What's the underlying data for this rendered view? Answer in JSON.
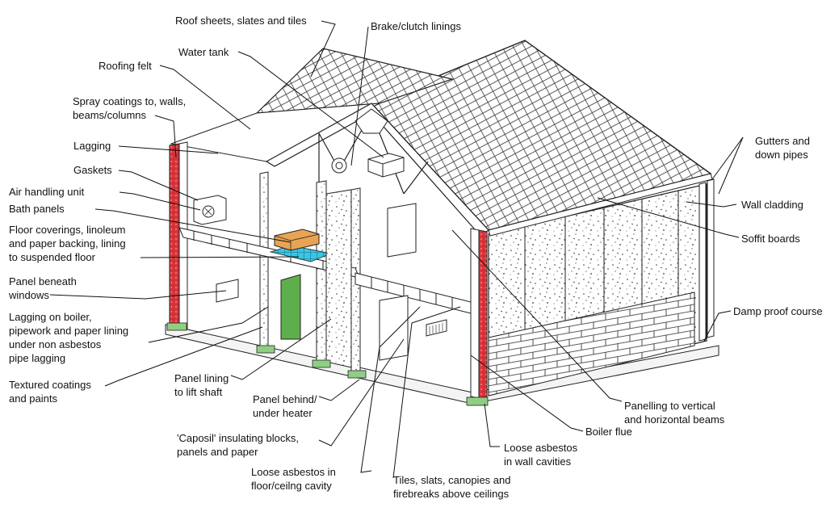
{
  "labels": {
    "roof_sheets": "Roof sheets, slates and tiles",
    "brake_linings": "Brake/clutch linings",
    "water_tank": "Water tank",
    "roofing_felt": "Roofing felt",
    "spray_coatings": [
      "Spray coatings to, walls,",
      "beams/columns"
    ],
    "lagging": "Lagging",
    "gaskets": "Gaskets",
    "air_handling": "Air handling unit",
    "bath_panels": "Bath panels",
    "floor_coverings": [
      "Floor coverings, linoleum",
      "and paper backing, lining",
      "to suspended floor"
    ],
    "panel_windows": [
      "Panel beneath",
      "windows"
    ],
    "lagging_boiler": [
      "Lagging on boiler,",
      "pipework and paper lining",
      "under non asbestos",
      "pipe lagging"
    ],
    "textured_coatings": [
      "Textured coatings",
      "and paints"
    ],
    "panel_lift": [
      "Panel lining",
      "to lift shaft"
    ],
    "panel_heater": [
      "Panel behind/",
      "under heater"
    ],
    "caposil": [
      "'Caposil' insulating blocks,",
      "panels and paper"
    ],
    "loose_floor": [
      "Loose asbestos in",
      "floor/ceilng cavity"
    ],
    "tiles_slats": [
      "Tiles, slats, canopies and",
      "firebreaks above ceilings"
    ],
    "loose_wall": [
      "Loose asbestos",
      "in wall cavities"
    ],
    "boiler_flue": "Boiler flue",
    "panelling_beams": [
      "Panelling to vertical",
      "and horizontal beams"
    ],
    "damp_proof": "Damp proof course",
    "soffit": "Soffit boards",
    "wall_cladding": "Wall cladding",
    "gutters": [
      "Gutters and",
      "down pipes"
    ]
  },
  "colors": {
    "ink": "#111111",
    "insulation_red": "#d9343a",
    "green_footing": "#8fcf84",
    "door_green": "#5fae4c",
    "tank_orange": "#e9a452",
    "floor_cyan": "#39c6e6"
  }
}
